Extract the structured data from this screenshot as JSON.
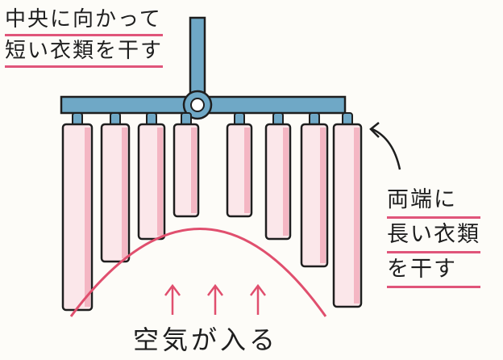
{
  "notes": {
    "top": {
      "line1": "中央に向かって",
      "line2": "短い衣類を干す"
    },
    "right": {
      "line1": "両端に",
      "line2": "長い衣類",
      "line3": "を干す"
    }
  },
  "caption": "空気が入る",
  "colors": {
    "hanger": "#6fa8c6",
    "cloth_fill": "#fbe7ea",
    "cloth_edge": "#f2aab9",
    "air": "#e04f6e",
    "underline": "#e0557a",
    "ink": "#1e1e1e"
  }
}
